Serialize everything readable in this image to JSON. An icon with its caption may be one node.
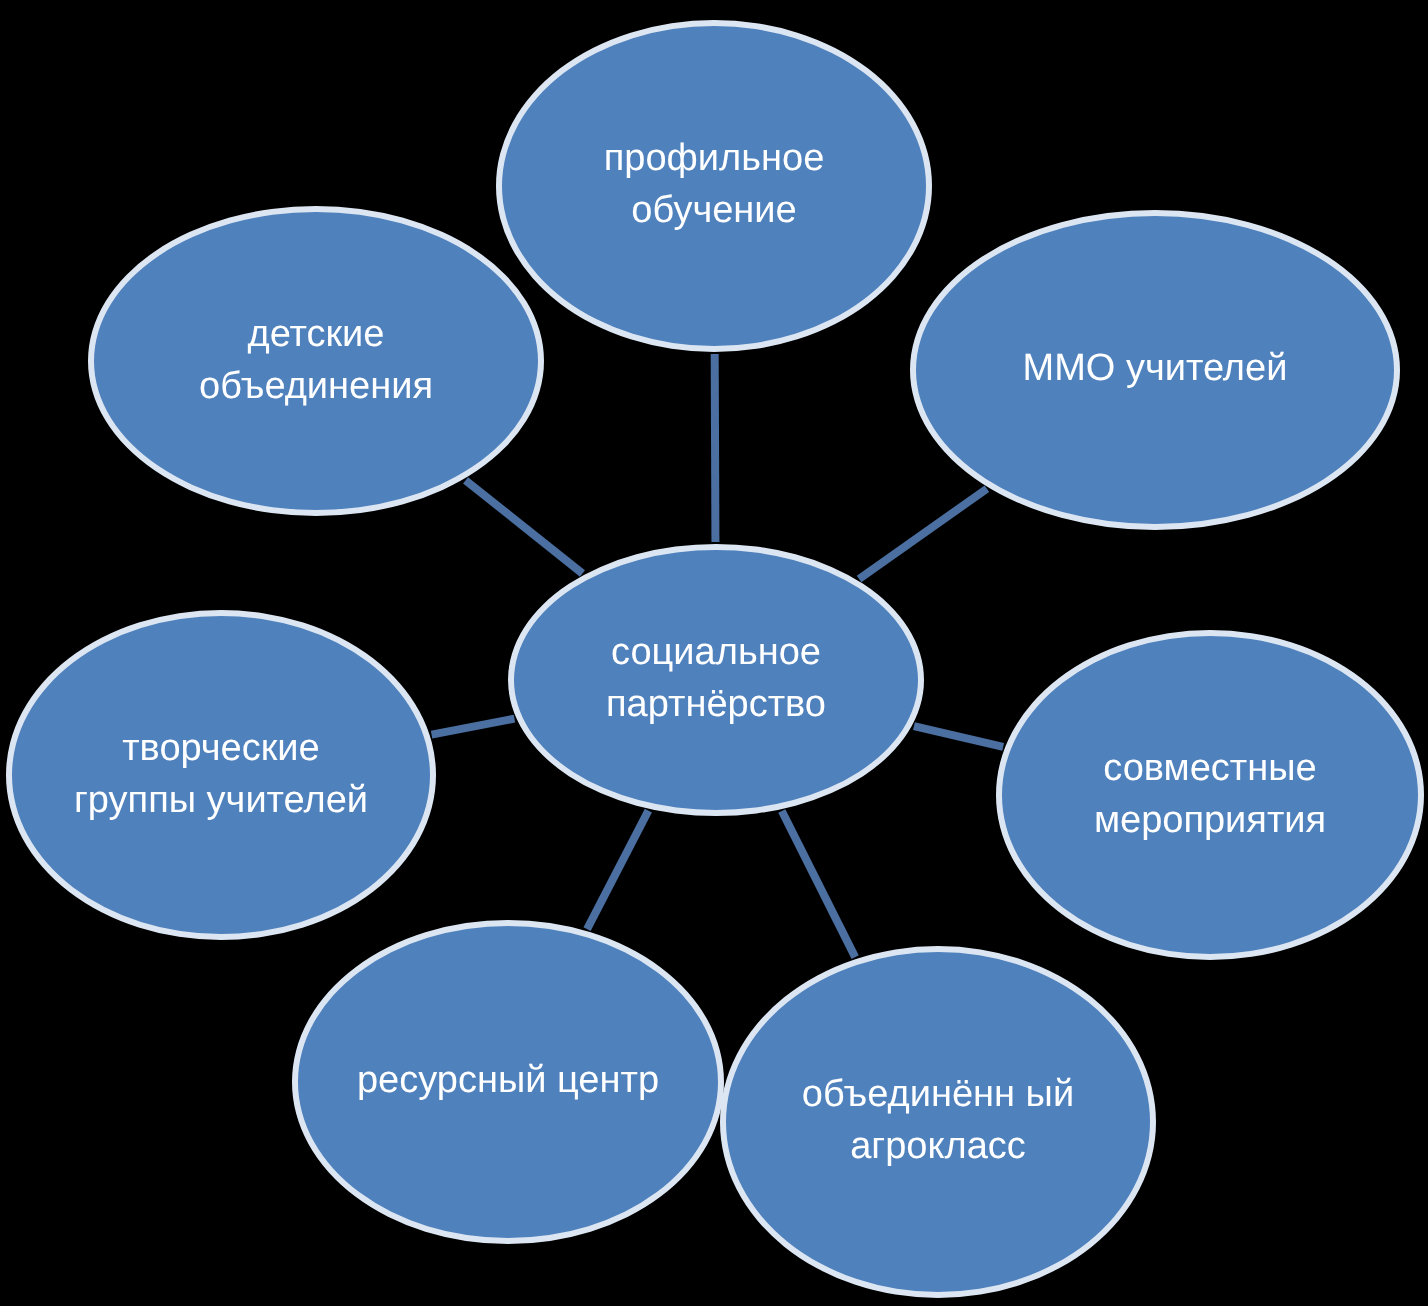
{
  "diagram": {
    "nodes": [
      {
        "text": [
          "социальное партнёрство"
        ]
      },
      {
        "text": [
          "профильное обучение"
        ]
      },
      {
        "text": [
          "детские объединения"
        ]
      },
      {
        "text": [
          "ММО учителей"
        ]
      },
      {
        "text": [
          "творческие группы учителей"
        ]
      },
      {
        "text": [
          "совместные мероприятия"
        ]
      },
      {
        "text": [
          "ресурсный центр"
        ]
      },
      {
        "text": [
          "объединённ ый агрокласс"
        ]
      }
    ],
    "edges": [
      {
        "from": 0,
        "to": 1,
        "arrow": "none"
      },
      {
        "from": 0,
        "to": 2,
        "arrow": "none"
      },
      {
        "from": 0,
        "to": 3,
        "arrow": "none"
      },
      {
        "from": 0,
        "to": 4,
        "arrow": "none"
      },
      {
        "from": 0,
        "to": 5,
        "arrow": "none"
      },
      {
        "from": 0,
        "to": 6,
        "arrow": "none"
      },
      {
        "from": 0,
        "to": 7,
        "arrow": "none"
      }
    ]
  }
}
